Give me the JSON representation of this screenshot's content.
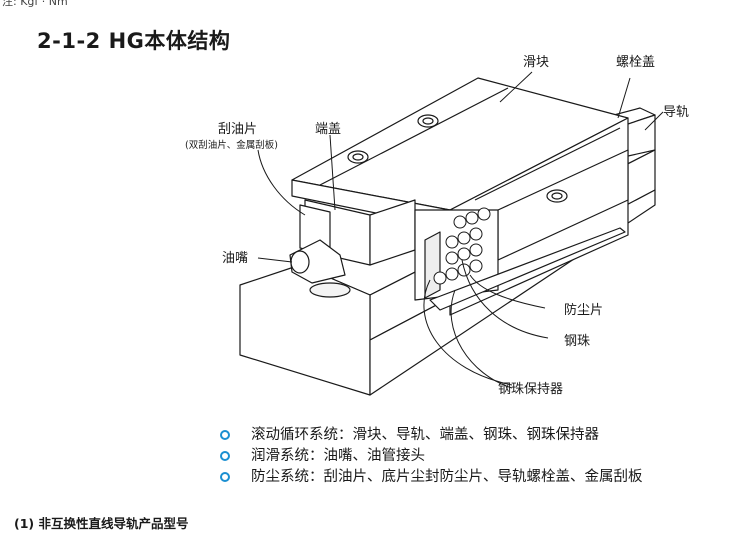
{
  "top_fragment": "注: Kgf · Nm",
  "title": "2-1-2 HG本体结构",
  "labels": {
    "slider": "滑块",
    "bolt_cap": "螺栓盖",
    "rail": "导轨",
    "scraper": "刮油片",
    "scraper_note": "(双刮油片、金属刮板)",
    "end_cap": "端盖",
    "nozzle": "油嘴",
    "dust_seal": "防尘片",
    "steel_ball": "钢珠",
    "ball_retainer": "钢珠保持器"
  },
  "systems": [
    "滚动循环系统：滑块、导轨、端盖、钢珠、钢珠保持器",
    "润滑系统：油嘴、油管接头",
    "防尘系统：刮油片、底片尘封防尘片、导轨螺栓盖、金属刮板"
  ],
  "footer": "(1) 非互换性直线导轨产品型号",
  "colors": {
    "bullet": "#1b8fd1",
    "line": "#1a1a1a"
  }
}
